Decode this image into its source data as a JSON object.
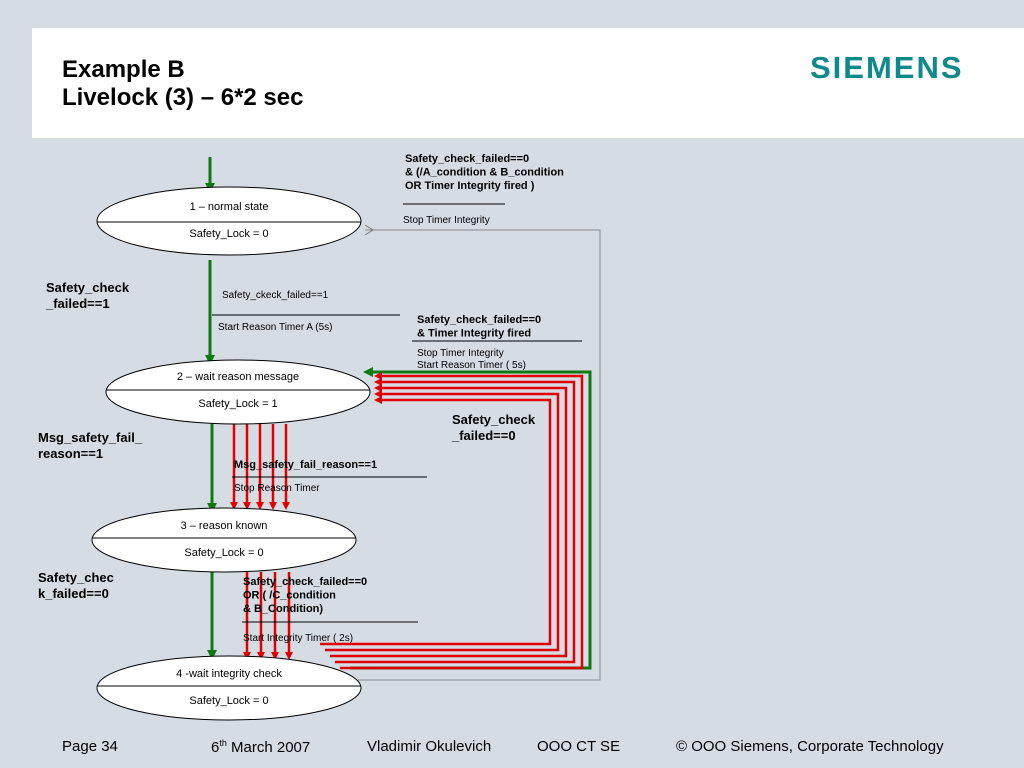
{
  "header": {
    "title_line1": "Example B",
    "title_line2": "Livelock (3) – 6*2 sec",
    "logo": "SIEMENS"
  },
  "states": [
    {
      "name": "1 – normal state",
      "value": "Safety_Lock = 0"
    },
    {
      "name": "2 – wait reason message",
      "value": "Safety_Lock  = 1"
    },
    {
      "name": "3 – reason known",
      "value": "Safety_Lock = 0"
    },
    {
      "name": "4 -wait integrity check",
      "value": "Safety_Lock = 0"
    }
  ],
  "conditions": {
    "c1_to_2": "Safety_check\n_failed==1",
    "c2_to_3": "Msg_safety_fail_\nreason==1",
    "c3_to_4": "Safety_chec\nk_failed==0",
    "c_back_to_2": "Safety_check\n_failed==0"
  },
  "transitions": {
    "t_top": {
      "guard": "Safety_check_failed==0\n& (/A_condition & B_condition\nOR Timer Integrity fired )",
      "action": "Stop Timer Integrity"
    },
    "t_1_2": {
      "guard": "Safety_ckeck_failed==1",
      "action": "Start Reason Timer A (5s)"
    },
    "t_4_2": {
      "guard": "Safety_check_failed==0\n& Timer Integrity fired",
      "action": "Stop Timer Integrity\nStart Reason Timer  ( 5s)"
    },
    "t_2_3": {
      "guard": "Msg_safety_fail_reason==1",
      "action": "Stop Reason Timer"
    },
    "t_3_4": {
      "guard": "Safety_check_failed==0\nOR ( /C_condition\n& B_Condition)",
      "action": "Start Integrity Timer ( 2s)"
    }
  },
  "footer": {
    "page": "Page 34",
    "date_day": "6",
    "date_sup": "th",
    "date_rest": " March 2007",
    "author": "Vladimir Okulevich",
    "dept": "OOO CT SE",
    "copyright": "© OOO Siemens, Corporate Technology"
  },
  "colors": {
    "green": "#0f7a0f",
    "red": "#e00000",
    "logo": "#0f8a8a"
  }
}
